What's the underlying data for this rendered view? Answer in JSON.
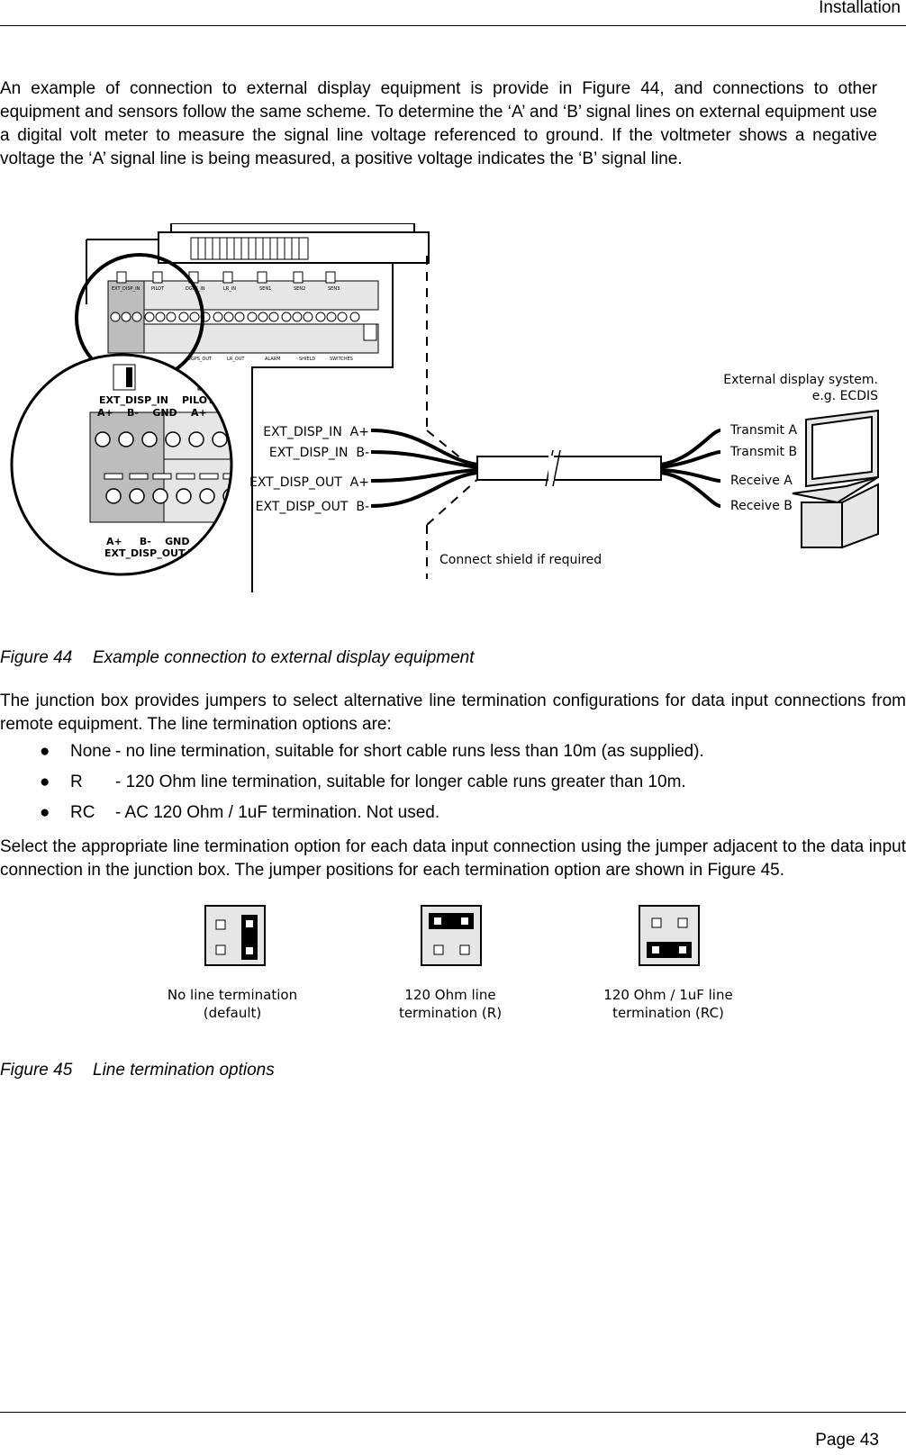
{
  "header": {
    "section": "Installation"
  },
  "footer": {
    "page": "Page 43"
  },
  "paragraphs": {
    "p1": "An example of connection to external display equipment is provide in Figure 44, and connections to other equipment and sensors follow the same scheme. To determine the ‘A’ and ‘B’ signal lines on external equipment use a digital volt meter to measure the signal line voltage referenced to ground. If the voltmeter shows a negative voltage the ‘A’ signal line is being measured, a positive voltage indicates the ‘B’ signal line.",
    "p2": "The junction box provides jumpers to select alternative line termination configurations for data input connections from remote equipment. The line termination options are:",
    "p3": "Select the appropriate line termination option for each data input connection using the jumper adjacent to the data input connection in the junction box. The jumper positions for each termination option are shown in Figure 45."
  },
  "bullets": [
    {
      "key": "None",
      "text": "- no line termination, suitable for short cable runs less than 10m (as supplied)."
    },
    {
      "key": "R",
      "text": "- 120 Ohm line termination, suitable for longer cable runs greater than 10m."
    },
    {
      "key": "RC",
      "text": "- AC 120 Ohm / 1uF termination. Not used."
    }
  ],
  "fig44": {
    "caption_num": "Figure 44",
    "caption_text": "Example connection to external display equipment",
    "ext_system": "External display system.",
    "ext_system_eg": "e.g. ECDIS",
    "left_labels": [
      "EXT_DISP_IN  A+",
      "EXT_DISP_IN  B-",
      "EXT_DISP_OUT  A+",
      "EXT_DISP_OUT  B-"
    ],
    "right_labels": [
      "Transmit A",
      "Transmit B",
      "Receive A",
      "Receive B"
    ],
    "shield_note": "Connect shield if required",
    "zoom": {
      "in_label": "EXT_DISP_IN",
      "pilot_in_label": "PILOT_IN",
      "out_label": "EXT_DISP_OUT",
      "pilot_out_label": "PILO",
      "top_terms": "A+    B-    GND    A+     B-    GN",
      "bottom_terms": "A+     B-    GND    A+     B-"
    },
    "board": {
      "top_labels": [
        "EXT_DISP_IN",
        "PILOT",
        "DGPS_IN",
        "LR_IN",
        "SEN1",
        "SEN2",
        "SEN3"
      ],
      "bottom_labels": [
        "DGPS_OUT",
        "LR_OUT",
        "ALARM",
        "SHIELD",
        "SWITCHES"
      ]
    }
  },
  "fig45": {
    "caption_num": "Figure 45",
    "caption_text": "Line termination options",
    "options": [
      {
        "line1": "No line termination",
        "line2": "(default)"
      },
      {
        "line1": "120 Ohm line",
        "line2": "termination (R)"
      },
      {
        "line1": "120 Ohm / 1uF line",
        "line2": "termination (RC)"
      }
    ]
  }
}
